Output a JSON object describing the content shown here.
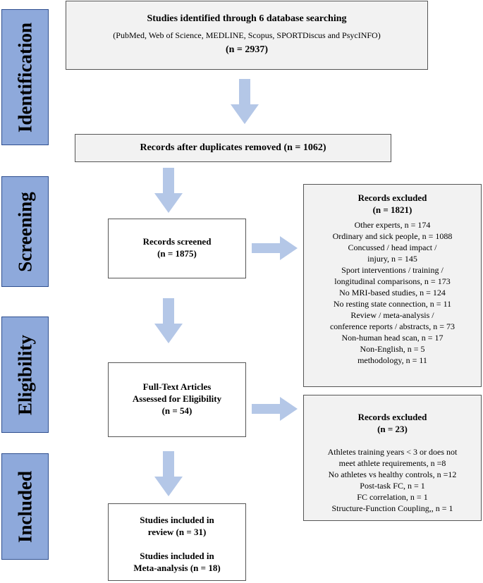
{
  "phases": {
    "identification": "Identification",
    "screening": "Screening",
    "eligibility": "Eligibility",
    "included": "Included"
  },
  "identified": {
    "title": "Studies identified through 6 database searching",
    "databases": "(PubMed, Web of Science, MEDLINE, Scopus, SPORTDiscus and PsycINFO)",
    "count": "(n = 2937)"
  },
  "duplicates_removed": "Records after duplicates removed (n = 1062)",
  "screened": {
    "title": "Records screened",
    "count": "(n = 1875)"
  },
  "excluded_screening": {
    "title": "Records excluded",
    "count": "(n = 1821)",
    "reasons": [
      "Other experts, n = 174",
      "Ordinary and sick people, n = 1088",
      "Concussed / head impact /",
      "injury, n = 145",
      "Sport interventions / training /",
      "longitudinal comparisons, n = 173",
      "No MRI-based studies, n = 124",
      "No resting state connection, n = 11",
      "Review / meta-analysis /",
      "conference reports / abstracts, n = 73",
      "Non-human head scan, n = 17",
      "Non-English, n = 5",
      "methodology, n = 11"
    ]
  },
  "fulltext": {
    "line1": "Full-Text Articles",
    "line2": "Assessed for Eligibility",
    "count": "(n = 54)"
  },
  "excluded_eligibility": {
    "title": "Records excluded",
    "count": "(n = 23)",
    "reasons": [
      "Athletes training years < 3 or does not",
      "meet athlete requirements, n =8",
      "No athletes vs healthy controls, n =12",
      "Post-task FC, n = 1",
      "FC correlation, n = 1",
      "Structure-Function Coupling,, n = 1"
    ]
  },
  "included": {
    "review_line1": "Studies included in",
    "review_line2": "review  (n = 31)",
    "meta_line1": "Studies included in",
    "meta_line2": "Meta-analysis  (n = 18)"
  },
  "colors": {
    "phase_fill": "#8ea9db",
    "phase_border": "#2f4f8f",
    "arrow_fill": "#b4c7e7",
    "box_fill": "#f2f2f2"
  }
}
